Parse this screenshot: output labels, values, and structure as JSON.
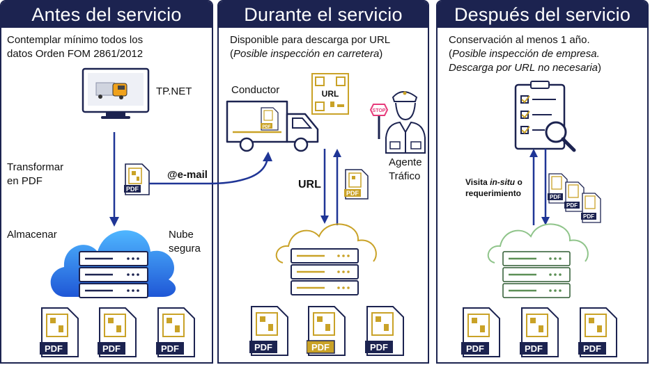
{
  "panels": [
    {
      "title": "Antes del servicio",
      "desc_line1": "Contemplar mínimo todos los",
      "desc_line2": "datos Orden FOM 2861/2012",
      "app_label": "TP.NET",
      "transform_label_1": "Transformar",
      "transform_label_2": "en PDF",
      "store_label": "Almacenar",
      "cloud_label_1": "Nube",
      "cloud_label_2": "segura",
      "email_label": "@e-mail",
      "pdf_badge": "PDF",
      "docs": [
        "PDF",
        "PDF",
        "PDF"
      ]
    },
    {
      "title": "Durante el servicio",
      "desc_line1": "Disponible para descarga por URL",
      "desc_line2_open": "(",
      "desc_line2_italic": "Posible inspección en carretera",
      "desc_line2_close": ")",
      "driver_label": "Conductor",
      "qr_label": "URL",
      "stop_label": "STOP",
      "agent_label_1": "Agente",
      "agent_label_2": "Tráfico",
      "url_label": "URL",
      "pdf_badge": "PDF",
      "docs": [
        "PDF",
        "PDF",
        "PDF"
      ]
    },
    {
      "title": "Después del servicio",
      "desc_line1": "Conservación al menos 1 año.",
      "desc_line2_open": "(",
      "desc_line2_italic": "Posible inspección de empresa.",
      "desc_line3_italic": "Descarga por URL no necesaria",
      "desc_line3_close": ")",
      "visit_label_pre": "Visita ",
      "visit_label_em": "in-situ",
      "visit_label_post": " o",
      "visit_label_2": "requerimiento",
      "stack_badges": [
        "PDF",
        "PDF",
        "PDF"
      ],
      "docs": [
        "PDF",
        "PDF",
        "PDF"
      ]
    }
  ],
  "colors": {
    "navy": "#1c2350",
    "arrow": "#1f3596",
    "gold": "#c9a227",
    "cloud_blue": "#2f7ae5",
    "cloud_green": "#8fc48a"
  }
}
